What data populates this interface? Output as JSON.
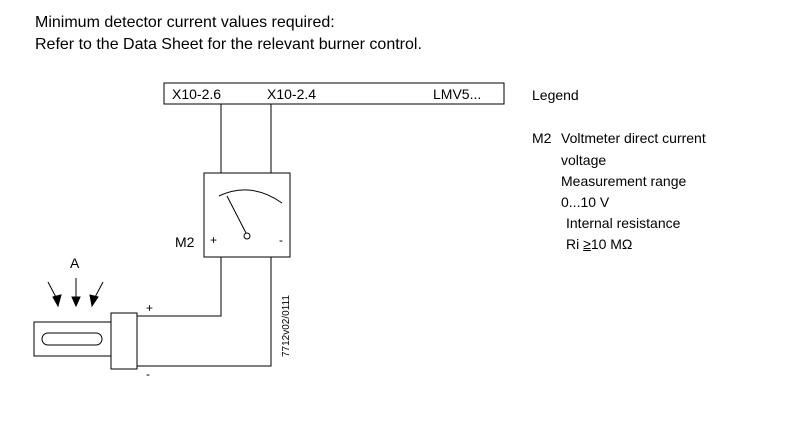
{
  "header": {
    "line1": "Minimum detector current values required:",
    "line2": "Refer to the Data Sheet for the relevant burner control."
  },
  "terminal_block": {
    "terminal_1": "X10-2.6",
    "terminal_2": "X10-2.4",
    "device": "LMV5..."
  },
  "meter": {
    "label": "M2",
    "plus": "+",
    "minus": "-"
  },
  "detector": {
    "light_label": "A",
    "plus": "+",
    "minus": "-"
  },
  "drawing_number": "7712v02/0111",
  "legend": {
    "title": "Legend",
    "item_code": "M2",
    "item_line1": "Voltmeter direct current",
    "item_line2": "voltage",
    "item_line3": "Measurement range",
    "item_line4": "0...10 V",
    "item_line5": "Internal resistance",
    "item_line6_prefix": "Ri ",
    "item_line6_ge": "≥",
    "item_line6_value": "10 MΩ"
  }
}
